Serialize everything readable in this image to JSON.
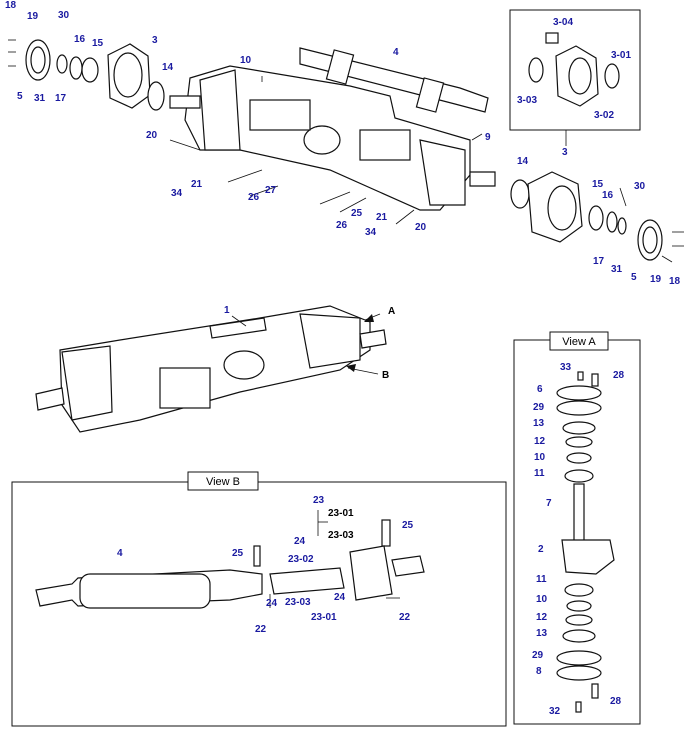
{
  "views": {
    "view_a_title": "View A",
    "view_b_title": "View B"
  },
  "arrows": {
    "a": "A",
    "b": "B"
  },
  "labels": {
    "top": [
      "18",
      "19",
      "30",
      "16",
      "15",
      "3",
      "5",
      "31",
      "17",
      "14",
      "10",
      "4",
      "20",
      "34",
      "21",
      "26",
      "27",
      "9",
      "3",
      "14",
      "15",
      "16",
      "30",
      "34",
      "21",
      "25",
      "26",
      "20",
      "17",
      "31",
      "5",
      "19",
      "18"
    ],
    "insert": [
      "3-04",
      "3-01",
      "3-03",
      "3-02"
    ],
    "middle": [
      "1"
    ],
    "view_a": [
      "33",
      "28",
      "6",
      "29",
      "13",
      "12",
      "10",
      "11",
      "7",
      "2",
      "11",
      "10",
      "12",
      "13",
      "29",
      "8",
      "28",
      "32"
    ],
    "view_b": [
      "23",
      "23-01",
      "23-03",
      "25",
      "24",
      "23-02",
      "4",
      "25",
      "24",
      "23-03",
      "24",
      "23-01",
      "22",
      "22"
    ]
  },
  "colors": {
    "label": "#1a1aa0",
    "line": "#111111",
    "fill": "#ffffff"
  }
}
